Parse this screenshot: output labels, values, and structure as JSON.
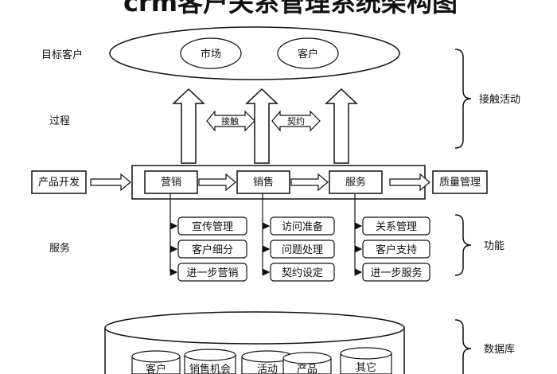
{
  "title": "crm客户关系管理系统架构图",
  "left_labels": {
    "target": "目标客户",
    "process": "过程",
    "service": "服务"
  },
  "right_labels": {
    "contact": "接触活动",
    "function": "功能",
    "database": "数据库"
  },
  "target_items": [
    "市场",
    "客户"
  ],
  "process_arrows": [
    "接触",
    "契约"
  ],
  "flow": {
    "start": "产品开发",
    "stages": [
      "营销",
      "销售",
      "服务"
    ],
    "end": "质量管理"
  },
  "functions": {
    "marketing": [
      "宣传管理",
      "客户细分",
      "进一步营销"
    ],
    "sales": [
      "访问准备",
      "问题处理",
      "契约设定"
    ],
    "service": [
      "关系管理",
      "客户支持",
      "进一步服务"
    ]
  },
  "database_items": [
    "客户",
    "销售机会",
    "活动",
    "产品",
    "其它"
  ]
}
